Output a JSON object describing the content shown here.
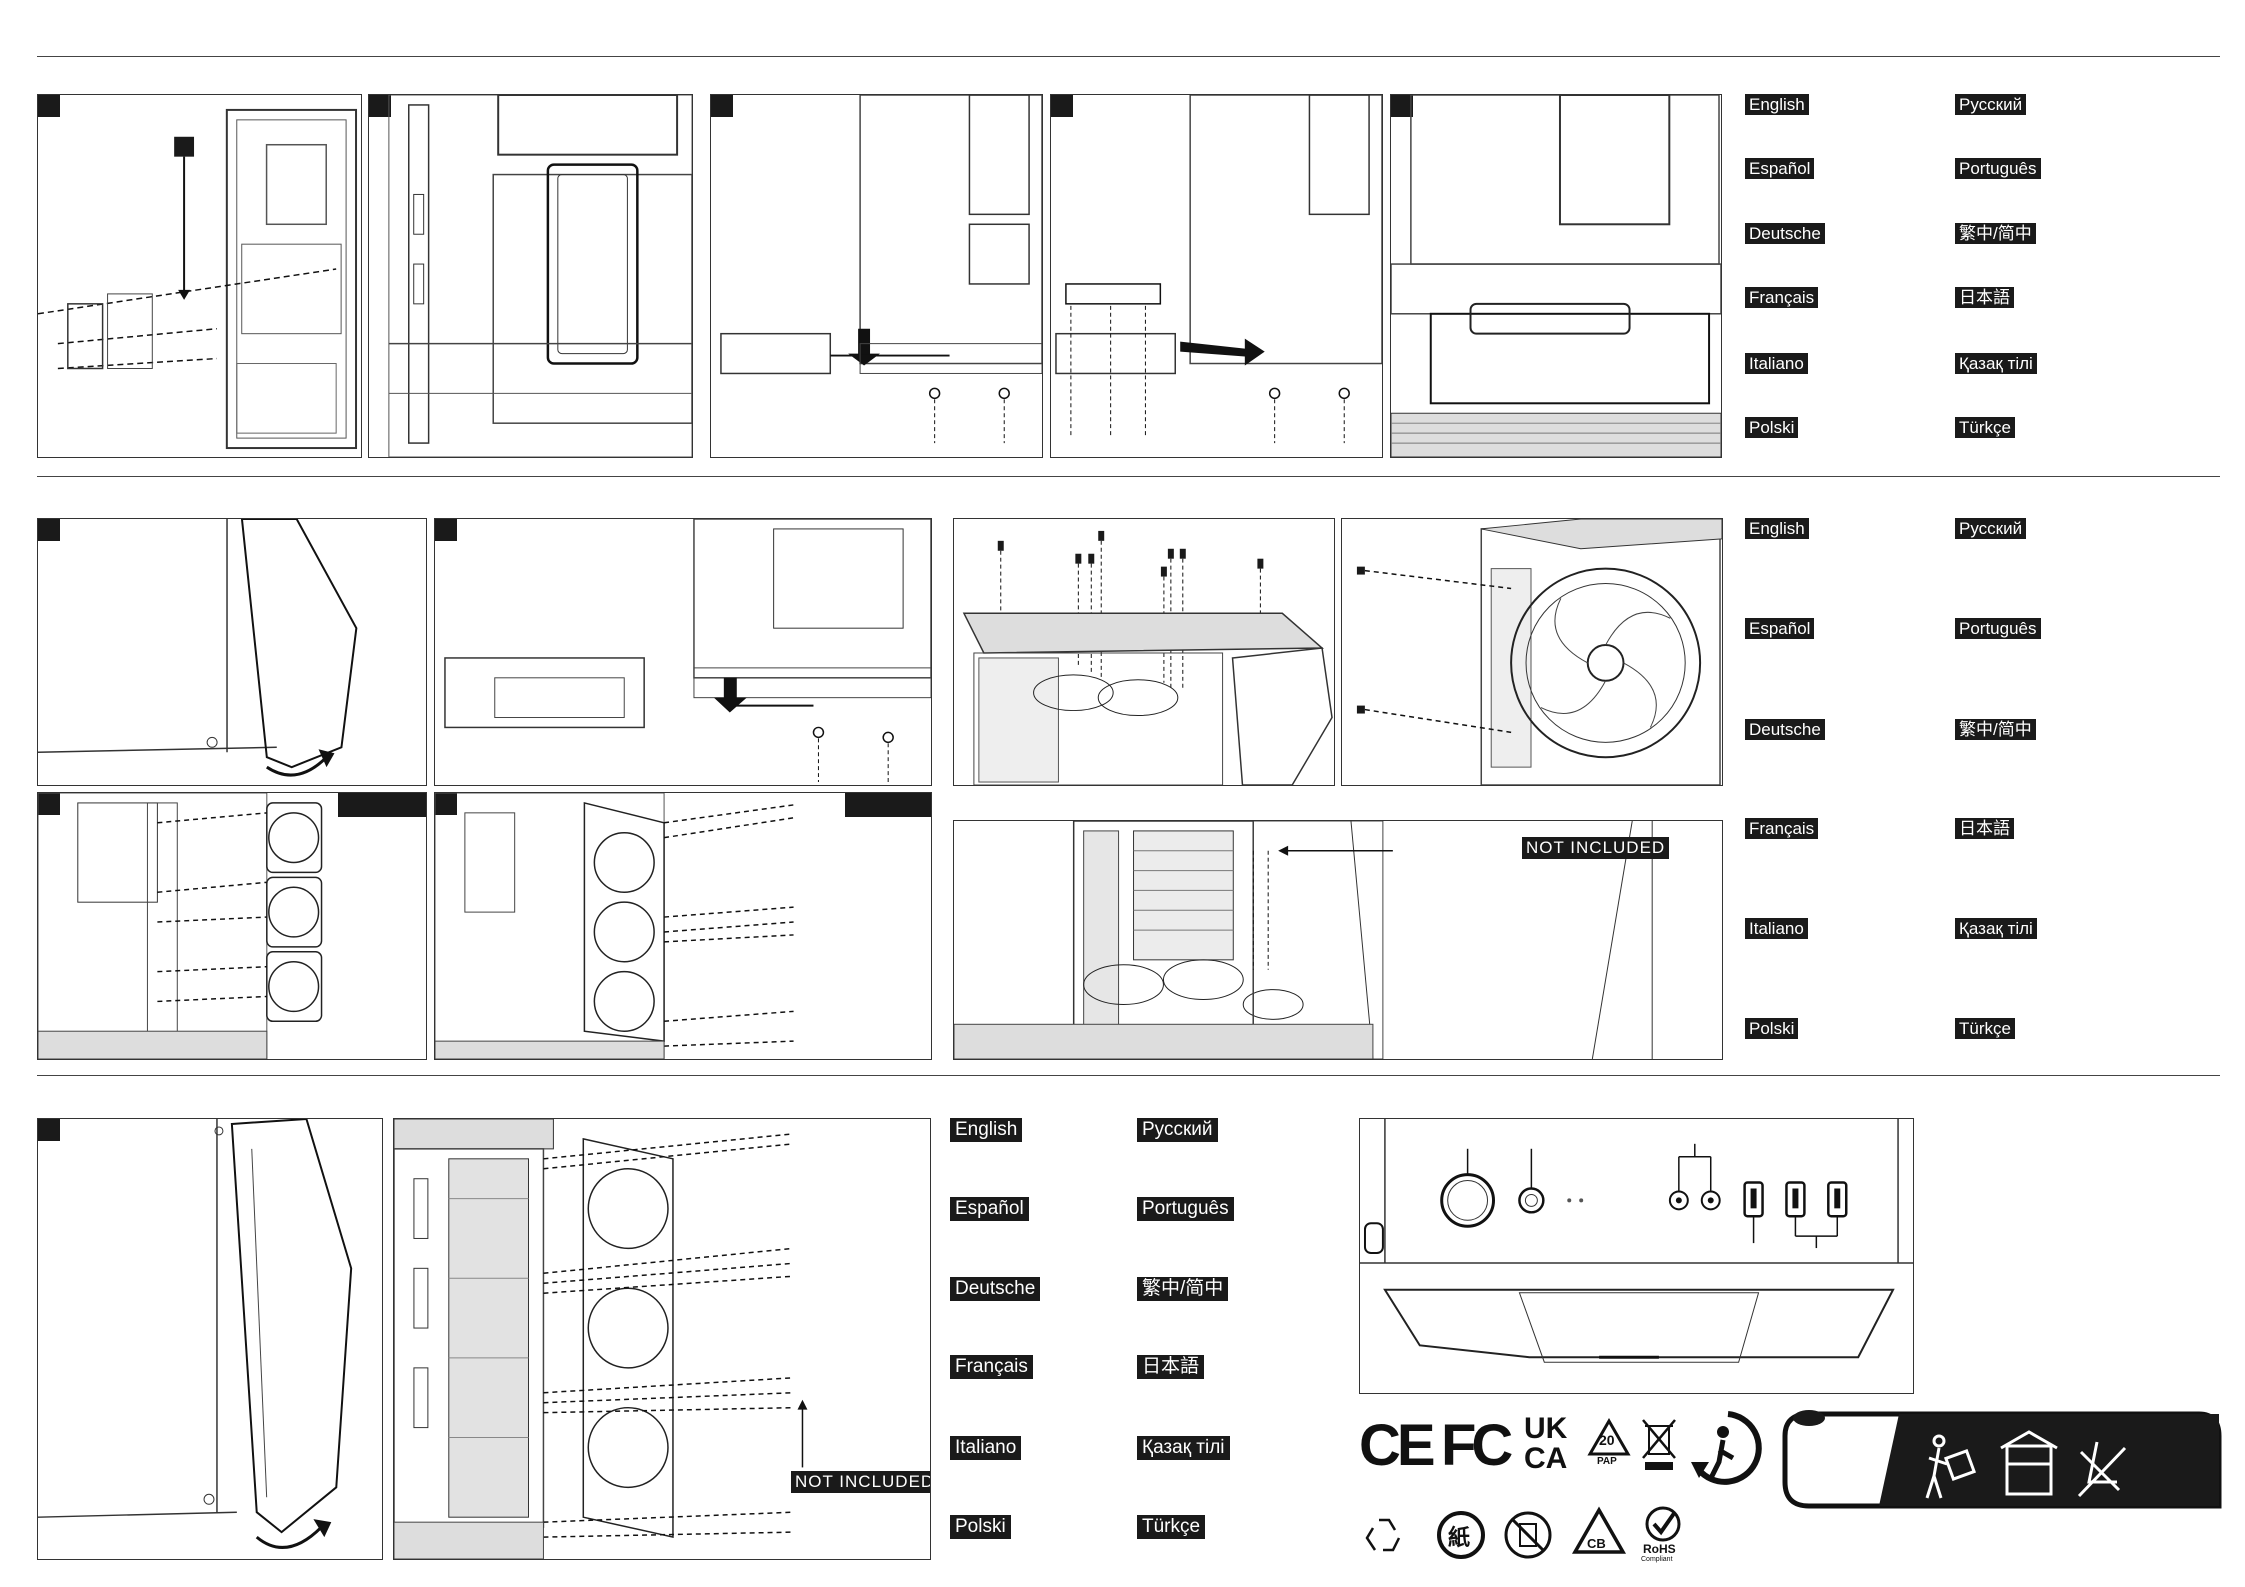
{
  "languages": [
    "English",
    "Español",
    "Deutsche",
    "Français",
    "Italiano",
    "Polski"
  ],
  "languages_right": [
    "Русский",
    "Português",
    "繁中/简中",
    "日本語",
    "Қазақ тілі",
    "Türkçe"
  ],
  "notes": {
    "not_included_1": "NOT INCLUDED",
    "not_included_2": "NOT INCLUDED"
  },
  "certifications": {
    "ce": "CE",
    "fc": "FC",
    "ukca_top": "UK",
    "ukca_bottom": "CA",
    "pap_number": "20",
    "pap_label": "PAP",
    "cb": "CB",
    "rohs": "RoHS",
    "rohs_sub": "Compliant",
    "paper": "紙"
  },
  "colors": {
    "ink": "#1a1a1a",
    "paper": "#ffffff",
    "line": "#444444"
  }
}
